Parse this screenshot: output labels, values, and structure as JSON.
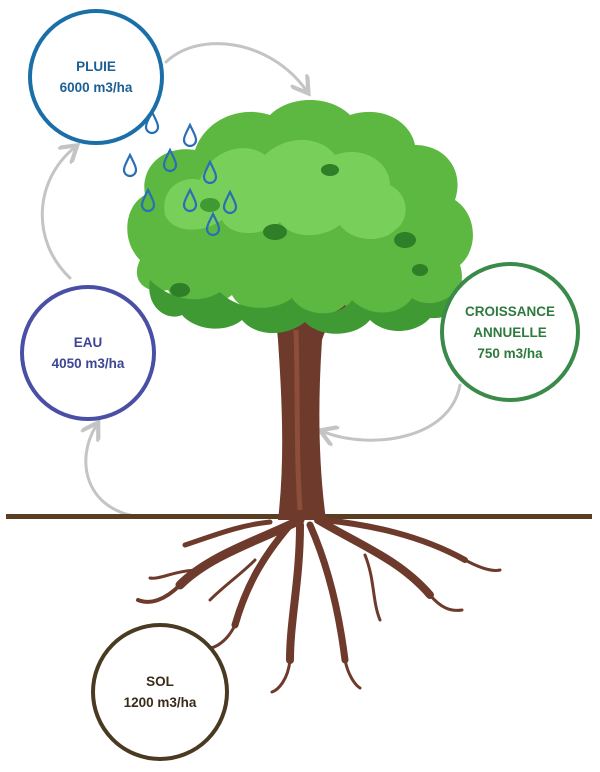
{
  "nodes": {
    "pluie": {
      "label": "PLUIE",
      "value": "6000 m3/ha"
    },
    "eau": {
      "label": "EAU",
      "value": "4050 m3/ha"
    },
    "croissance": {
      "label_line1": "CROISSANCE",
      "label_line2": "ANNUELLE",
      "value": "750 m3/ha"
    },
    "sol": {
      "label": "SOL",
      "value": "1200 m3/ha"
    }
  },
  "colors": {
    "pluie": "#1b6fa8",
    "eau": "#4a4fa6",
    "croissance": "#3a8a4a",
    "sol": "#4a3a22",
    "foliage": "#5cb840",
    "trunk": "#6e3a2c",
    "ground": "#5a3e22",
    "arrows": "#c4c4c4",
    "raindrops": "#2a6fb5"
  }
}
